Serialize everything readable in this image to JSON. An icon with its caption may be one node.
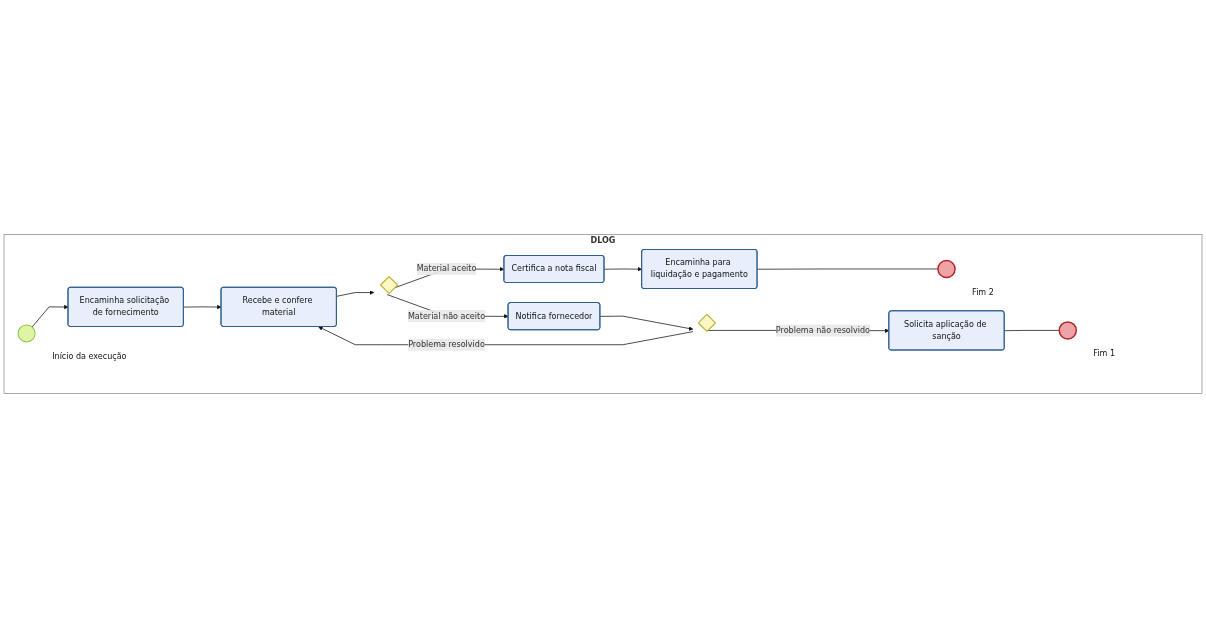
{
  "diagram": {
    "nodes": [
      {
        "text": [
          "DLOG"
        ]
      },
      {
        "text": [],
        "shape": "circle",
        "in": 0,
        "beside": [
          "Início da execução"
        ]
      },
      {
        "text": [
          "Encaminha solicitação de fornecimento"
        ],
        "in": 0
      },
      {
        "text": [
          "Recebe e confere material"
        ],
        "in": 0
      },
      {
        "text": [],
        "shape": "diamond",
        "in": 0
      },
      {
        "text": [
          "Certifica a nota fiscal"
        ],
        "in": 0
      },
      {
        "text": [
          "Encaminha para liquidação e pagamento"
        ],
        "in": 0
      },
      {
        "text": [],
        "shape": "circle",
        "in": 0,
        "beside": [
          "Fim 2"
        ]
      },
      {
        "text": [
          "Notifica fornecedor"
        ],
        "in": 0
      },
      {
        "text": [],
        "shape": "diamond",
        "in": 0
      },
      {
        "text": [
          "Solicita aplicação de sanção"
        ],
        "in": 0
      },
      {
        "text": [],
        "shape": "circle",
        "in": 0,
        "beside": [
          "Fim 1"
        ]
      }
    ],
    "edges": [
      {
        "from": 1,
        "to": 2,
        "arrow": "to"
      },
      {
        "from": 2,
        "to": 3,
        "arrow": "to"
      },
      {
        "from": 3,
        "to": 4,
        "arrow": "to"
      },
      {
        "from": 4,
        "to": 5,
        "arrow": "to",
        "label": "Material aceito"
      },
      {
        "from": 5,
        "to": 6,
        "arrow": "to"
      },
      {
        "from": 6,
        "to": 7,
        "arrow": "to"
      },
      {
        "from": 4,
        "to": 8,
        "arrow": "to",
        "label": "Material não aceito"
      },
      {
        "from": 8,
        "to": 9,
        "arrow": "to"
      },
      {
        "from": 9,
        "to": 10,
        "arrow": "to",
        "label": "Problema não resolvido"
      },
      {
        "from": 10,
        "to": 11,
        "arrow": "to"
      },
      {
        "from": 9,
        "to": 3,
        "arrow": "to",
        "label": "Problema resolvido"
      }
    ]
  }
}
